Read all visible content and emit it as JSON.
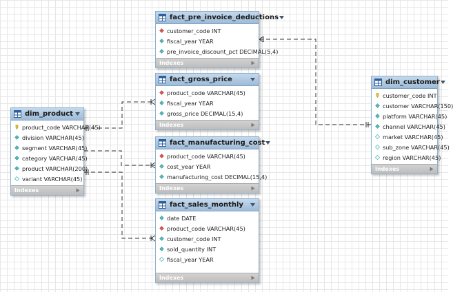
{
  "tables": {
    "dim_product": {
      "title": "dim_product",
      "columns": [
        {
          "icon": "primary-key-icon",
          "text": "product_code VARCHAR(45)"
        },
        {
          "icon": "column-icon",
          "text": "division VARCHAR(45)"
        },
        {
          "icon": "column-icon",
          "text": "segment VARCHAR(45)"
        },
        {
          "icon": "column-icon",
          "text": "category VARCHAR(45)"
        },
        {
          "icon": "column-icon",
          "text": "product VARCHAR(200)"
        },
        {
          "icon": "nullable-column-icon",
          "text": "variant VARCHAR(45)"
        }
      ],
      "indexes_label": "Indexes"
    },
    "fact_pre_invoice_deductions": {
      "title": "fact_pre_invoice_deductions",
      "columns": [
        {
          "icon": "foreign-key-icon",
          "text": "customer_code INT"
        },
        {
          "icon": "column-icon",
          "text": "fiscal_year YEAR"
        },
        {
          "icon": "column-icon",
          "text": "pre_invoice_discount_pct DECIMAL(5,4)"
        }
      ],
      "indexes_label": "Indexes"
    },
    "fact_gross_price": {
      "title": "fact_gross_price",
      "columns": [
        {
          "icon": "foreign-key-icon",
          "text": "product_code VARCHAR(45)"
        },
        {
          "icon": "column-icon",
          "text": "fiscal_year YEAR"
        },
        {
          "icon": "column-icon",
          "text": "gross_price DECIMAL(15,4)"
        }
      ],
      "indexes_label": "Indexes"
    },
    "fact_manufacturing_cost": {
      "title": "fact_manufacturing_cost",
      "columns": [
        {
          "icon": "foreign-key-icon",
          "text": "product_code VARCHAR(45)"
        },
        {
          "icon": "column-icon",
          "text": "cost_year YEAR"
        },
        {
          "icon": "column-icon",
          "text": "manufacturing_cost DECIMAL(15,4)"
        }
      ],
      "indexes_label": "Indexes"
    },
    "fact_sales_monthly": {
      "title": "fact_sales_monthly",
      "columns": [
        {
          "icon": "column-icon",
          "text": "date DATE"
        },
        {
          "icon": "foreign-key-icon",
          "text": "product_code VARCHAR(45)"
        },
        {
          "icon": "column-icon",
          "text": "customer_code INT"
        },
        {
          "icon": "column-icon",
          "text": "sold_quantity INT"
        },
        {
          "icon": "nullable-column-icon",
          "text": "fiscal_year YEAR"
        }
      ],
      "indexes_label": "Indexes"
    },
    "dim_customer": {
      "title": "dim_customer",
      "columns": [
        {
          "icon": "primary-key-icon",
          "text": "customer_code INT"
        },
        {
          "icon": "column-icon",
          "text": "customer VARCHAR(150)"
        },
        {
          "icon": "column-icon",
          "text": "platform VARCHAR(45)"
        },
        {
          "icon": "column-icon",
          "text": "channel VARCHAR(45)"
        },
        {
          "icon": "nullable-column-icon",
          "text": "market VARCHAR(45)"
        },
        {
          "icon": "nullable-column-icon",
          "text": "sub_zone VARCHAR(45)"
        },
        {
          "icon": "nullable-column-icon",
          "text": "region VARCHAR(45)"
        }
      ],
      "indexes_label": "Indexes"
    }
  },
  "colors": {
    "header": "#9dbbd8",
    "indexes": "#c4c4c4",
    "connector": "#333333",
    "primary_key": "#e8c53a",
    "foreign_key": "#d9534f",
    "column": "#4fb8b8"
  }
}
